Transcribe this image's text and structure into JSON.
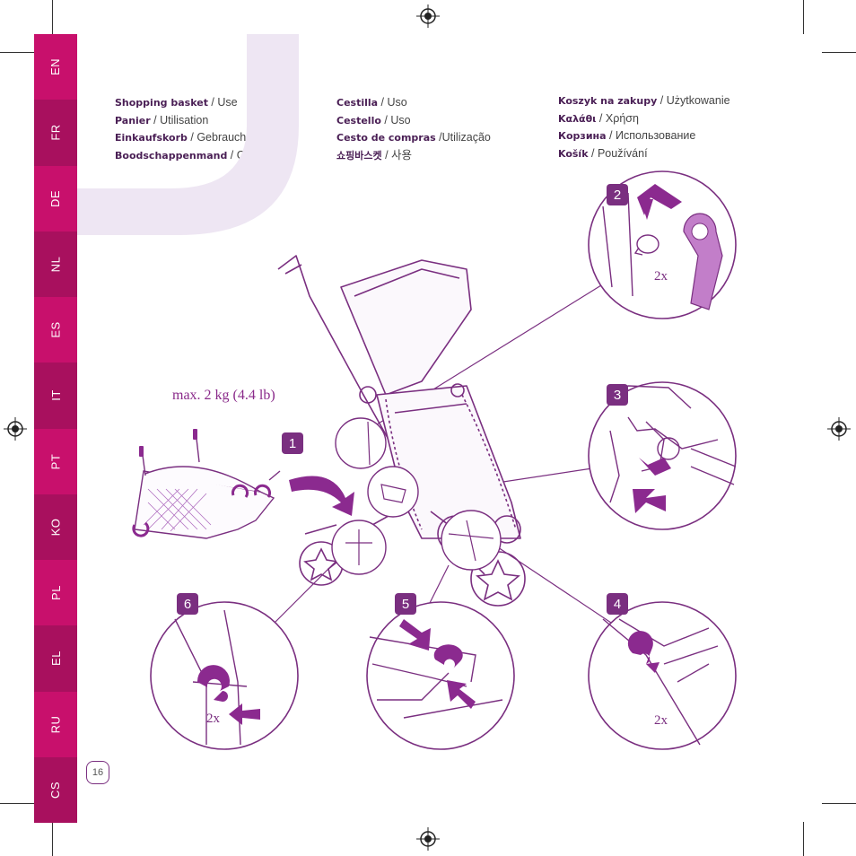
{
  "colors": {
    "sidebar_magenta": "#c8106c",
    "accent_purple": "#7a2f80",
    "light_lilac": "#eee6f3",
    "arrow_purple": "#8b2a8f"
  },
  "languages": [
    "EN",
    "FR",
    "DE",
    "NL",
    "ES",
    "IT",
    "PT",
    "KO",
    "PL",
    "EL",
    "RU",
    "CS"
  ],
  "page_number": "16",
  "columns": [
    [
      {
        "name": "Shopping basket",
        "sep": " / ",
        "action": "Use"
      },
      {
        "name": "Panier",
        "sep": " / ",
        "action": "Utilisation"
      },
      {
        "name": "Einkaufskorb",
        "sep": " / ",
        "action": "Gebrauch"
      },
      {
        "name": "Boodschappenmand",
        "sep": " / ",
        "action": "Gebruik"
      }
    ],
    [
      {
        "name": "Cestilla",
        "sep": " / ",
        "action": "Uso"
      },
      {
        "name": "Cestello",
        "sep": " / ",
        "action": "Uso"
      },
      {
        "name": "Cesto de compras",
        "sep": " /",
        "action": "Utilização"
      },
      {
        "name": "쇼핑바스켓",
        "sep": " / ",
        "action": "사용"
      }
    ],
    [
      {
        "name": "Koszyk na zakupy",
        "sep": " / ",
        "action": "Użytkowanie"
      },
      {
        "name": "Καλάθι",
        "sep": " / ",
        "action": "Χρήση"
      },
      {
        "name": "Корзина",
        "sep": " / ",
        "action": "Использование"
      },
      {
        "name": "Košík",
        "sep": " / ",
        "action": "Používání"
      }
    ]
  ],
  "max_weight": "max. 2 kg (4.4 lb)",
  "steps": [
    "1",
    "2",
    "3",
    "4",
    "5",
    "6"
  ],
  "multiplier": "2x"
}
